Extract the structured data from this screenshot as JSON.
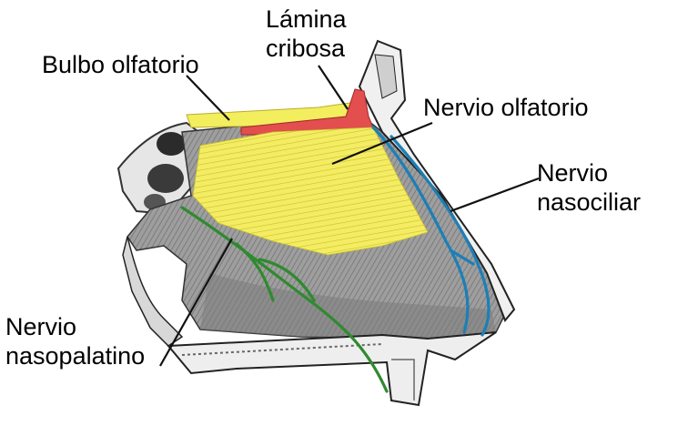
{
  "labels": {
    "lamina": [
      "Lámina",
      "cribosa"
    ],
    "bulbo": "Bulbo olfatorio",
    "olfatorio": "Nervio olfatorio",
    "nasociliar": [
      "Nervio",
      "nasociliar"
    ],
    "nasopalatino": [
      "Nervio",
      "nasopalatino"
    ]
  },
  "colors": {
    "olfactory_bulb": "#f3ee5e",
    "olfactory_nerve": "#f6ef68",
    "cribriform_plate": "#e34e4e",
    "nasociliary_nerve": "#1c7fb6",
    "nasopalatine_nerve": "#2f8a2f",
    "tissue": "#a9a9a9",
    "tissue_dark": "#7c7c7c",
    "bone": "#ececec"
  }
}
